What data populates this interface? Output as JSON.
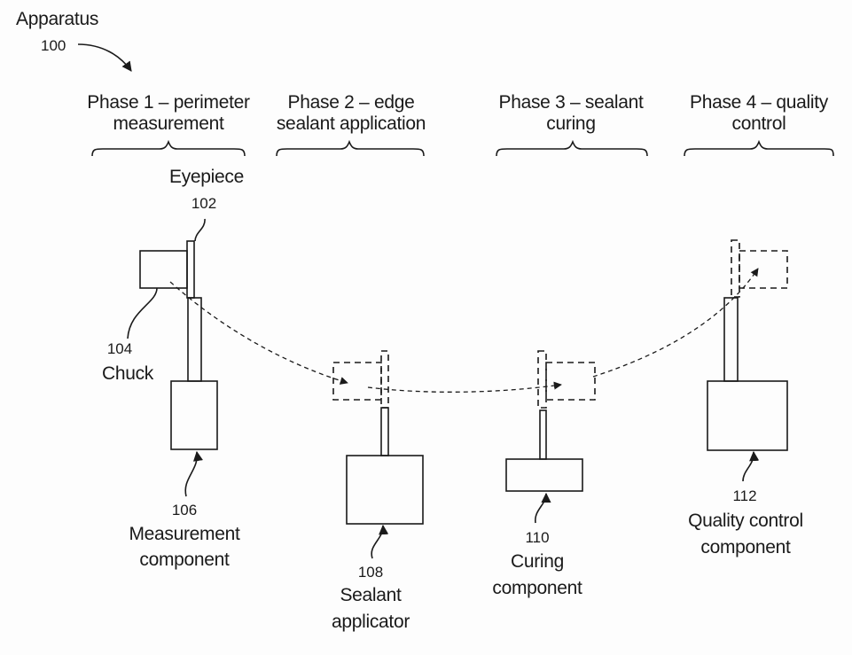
{
  "apparatus": {
    "label": "Apparatus",
    "ref": "100"
  },
  "phases": [
    {
      "line1": "Phase 1 – perimeter",
      "line2": "measurement"
    },
    {
      "line1": "Phase 2 – edge",
      "line2": "sealant application"
    },
    {
      "line1": "Phase 3 – sealant",
      "line2": "curing"
    },
    {
      "line1": "Phase 4 – quality",
      "line2": "control"
    }
  ],
  "components": {
    "eyepiece": {
      "label": "Eyepiece",
      "ref": "102"
    },
    "chuck": {
      "label": "Chuck",
      "ref": "104"
    },
    "measurement": {
      "ref": "106",
      "line1": "Measurement",
      "line2": "component"
    },
    "sealant_applicator": {
      "ref": "108",
      "line1": "Sealant",
      "line2": "applicator"
    },
    "curing": {
      "ref": "110",
      "line1": "Curing",
      "line2": "component"
    },
    "quality_control": {
      "ref": "112",
      "line1": "Quality control",
      "line2": "component"
    }
  },
  "colors": {
    "line": "#1a1a1a",
    "background": "#fdfdfd"
  }
}
